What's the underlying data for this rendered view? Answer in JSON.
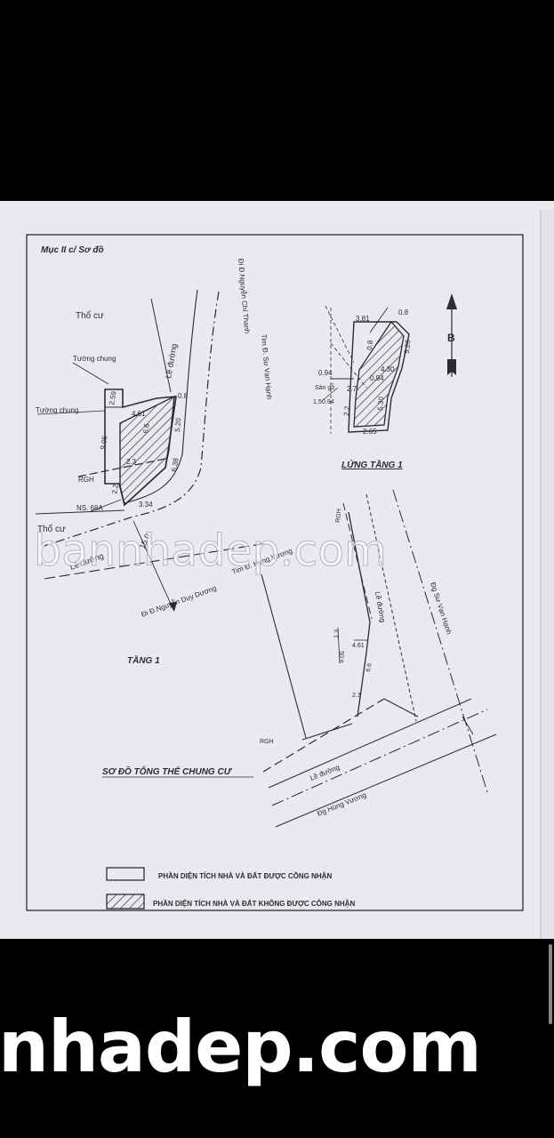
{
  "document": {
    "section_title": "Mục II c/ Sơ đồ",
    "labels": {
      "tho_cu_1": "Thổ cư",
      "tho_cu_2": "Thổ cư",
      "le_duong_1": "Lề đường",
      "le_duong_2": "Lề đường",
      "le_duong_3": "Lề đường",
      "le_duong_4": "Lề đường",
      "tuong_chung_1": "Tường chung",
      "tuong_chung_2": "Tường chung",
      "rgh_1": "RGH",
      "rgh_2": "RGH",
      "rgh_3": "RGH",
      "ns": "NS. 68A",
      "street_nct": "Đi Đ.Nguyễn Chí Thanh",
      "street_svh": "Tim Đ. Sư Vạn Hạnh",
      "street_ndd": "Đi Đ.Nguyễn Duy Dương",
      "street_hv_tim": "Tim Đ. Hùng Vương",
      "street_svh_dg": "Đg Sư Vạn Hạnh",
      "street_hv_dg": "Đg Hùng Vương",
      "song_go": "Sàn gỗ",
      "north": "B",
      "tang1": "TẦNG 1",
      "lung_tang1": "LỬNG TẦNG 1",
      "tong_the": "SƠ ĐỒ TỔNG THỂ CHUNG CƯ"
    },
    "dimensions": {
      "d1": "0.8",
      "d2": "3.81",
      "d3": "0.8",
      "d4": "5.20",
      "d5": "4.30",
      "d6": "0.94",
      "d7": "0.94",
      "d8": "2.7",
      "d9": "5.30",
      "d10": "2.65",
      "d11": "0.94",
      "d12": "1.5",
      "d13": "2.2",
      "d14": "4.61",
      "d15": "2.59",
      "d16": "9.05",
      "d17": "0.8",
      "d18": "6.6",
      "d19": "5.20",
      "d20": "2.3",
      "d21": "6.38",
      "d22": "2.2",
      "d23": "3.34",
      "d24": "15.0",
      "d25": "4.61",
      "d26": "9.05",
      "d27": "6.6",
      "d28": "2.3",
      "d29": "1.3"
    },
    "legend": {
      "recognized": "PHẦN DIỆN TÍCH NHÀ VÀ ĐẤT ĐƯỢC CÔNG NHẬN",
      "not_recognized": "PHẦN DIỆN TÍCH NHÀ VÀ ĐẤT KHÔNG ĐƯỢC CÔNG NHẬN"
    },
    "watermark": "bannhadep.com"
  },
  "footer": {
    "watermark": "nhadep.com"
  },
  "colors": {
    "paper": "#e8e8ee",
    "ink": "#2b2b33",
    "background": "#000000",
    "watermark": "#ffffff"
  }
}
